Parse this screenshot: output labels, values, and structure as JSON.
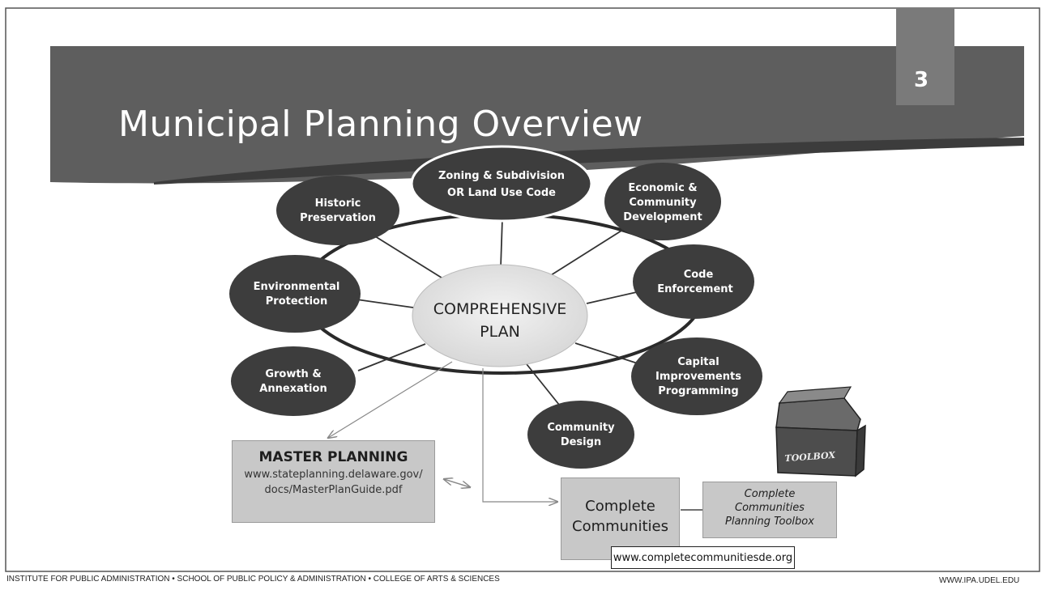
{
  "slide": {
    "title": "Municipal Planning Overview",
    "number": "3"
  },
  "center": {
    "line1": "COMPREHENSIVE",
    "line2": "PLAN"
  },
  "nodes": {
    "zoning": [
      "Zoning & Subdivision",
      "OR Land Use Code"
    ],
    "historic": [
      "Historic",
      "Preservation"
    ],
    "economic": [
      "Economic &",
      "Community",
      "Development"
    ],
    "code": [
      "Code",
      "Enforcement"
    ],
    "environmental": [
      "Environmental",
      "Protection"
    ],
    "capital": [
      "Capital",
      "Improvements",
      "Programming"
    ],
    "growth": [
      "Growth &",
      "Annexation"
    ],
    "design": [
      "Community",
      "Design"
    ]
  },
  "master": {
    "title": "MASTER PLANNING",
    "url1": "www.stateplanning.delaware.gov/",
    "url2": "docs/MasterPlanGuide.pdf"
  },
  "complete": {
    "line1": "Complete",
    "line2": "Communities"
  },
  "toolbox": {
    "line1": "Complete",
    "line2": "Communities",
    "line3": "Planning Toolbox",
    "chest_label": "TOOLBOX"
  },
  "website": "www.completecommunitiesde.org",
  "footer": {
    "left": "INSTITUTE FOR PUBLIC ADMINISTRATION • SCHOOL OF PUBLIC POLICY & ADMINISTRATION • COLLEGE OF ARTS & SCIENCES",
    "right": "WWW.IPA.UDEL.EDU"
  },
  "colors": {
    "node_fill": "#3d3d3d",
    "banner": "#5e5e5e",
    "center_fill": "#e4e4e4",
    "box_fill": "#c8c8c8"
  }
}
